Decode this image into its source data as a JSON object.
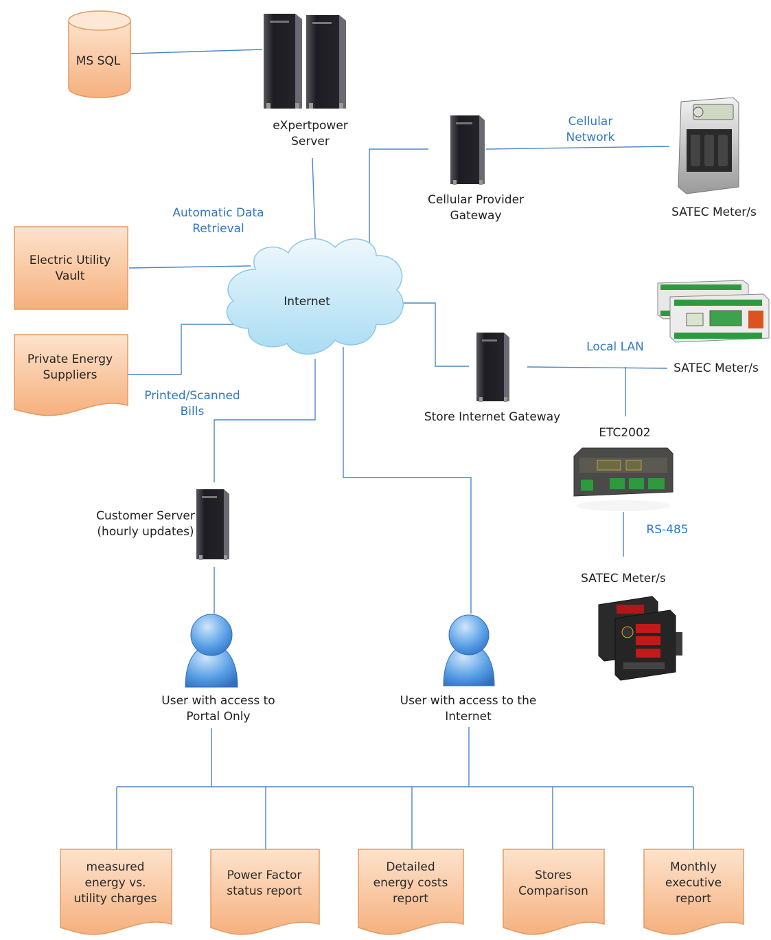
{
  "nodes": {
    "ms_sql": "MS SQL",
    "expertpower_server": [
      "eXpertpower",
      "Server"
    ],
    "cellular_provider_gateway": [
      "Cellular Provider",
      "Gateway"
    ],
    "cellular_network": [
      "Cellular",
      "Network"
    ],
    "satec_meter_top": "SATEC Meter/s",
    "automatic_data_retrieval": [
      "Automatic Data",
      "Retrieval"
    ],
    "electric_utility_vault": [
      "Electric Utility",
      "Vault"
    ],
    "internet": "Internet",
    "private_energy_suppliers": [
      "Private Energy",
      "Suppliers"
    ],
    "printed_scanned_bills": [
      "Printed/Scanned",
      "Bills"
    ],
    "local_lan": "Local LAN",
    "satec_meter_mid": "SATEC Meter/s",
    "store_internet_gateway": "Store Internet Gateway",
    "etc2002": "ETC2002",
    "rs485": "RS-485",
    "satec_meter_bottom": "SATEC Meter/s",
    "customer_server": [
      "Customer Server",
      "(hourly updates)"
    ],
    "user_portal": [
      "User with access to",
      "Portal Only"
    ],
    "user_internet": [
      "User with access to the",
      "Internet"
    ]
  },
  "reports": [
    [
      "measured",
      "energy vs.",
      "utility charges"
    ],
    [
      "Power Factor",
      "status report"
    ],
    [
      "Detailed",
      "energy costs",
      "report"
    ],
    [
      "Stores",
      "Comparison"
    ],
    [
      "Monthly",
      "executive",
      "report"
    ]
  ],
  "colors": {
    "node_fill_top": "#fde3cc",
    "node_fill_bottom": "#f6b07e",
    "node_stroke": "#e39a63",
    "connector": "#4a86c8",
    "annotation_text": "#2f78c4",
    "cloud": "#c8e8f8",
    "user_icon": "#3f86d9",
    "server_body": "#1c1c22"
  }
}
